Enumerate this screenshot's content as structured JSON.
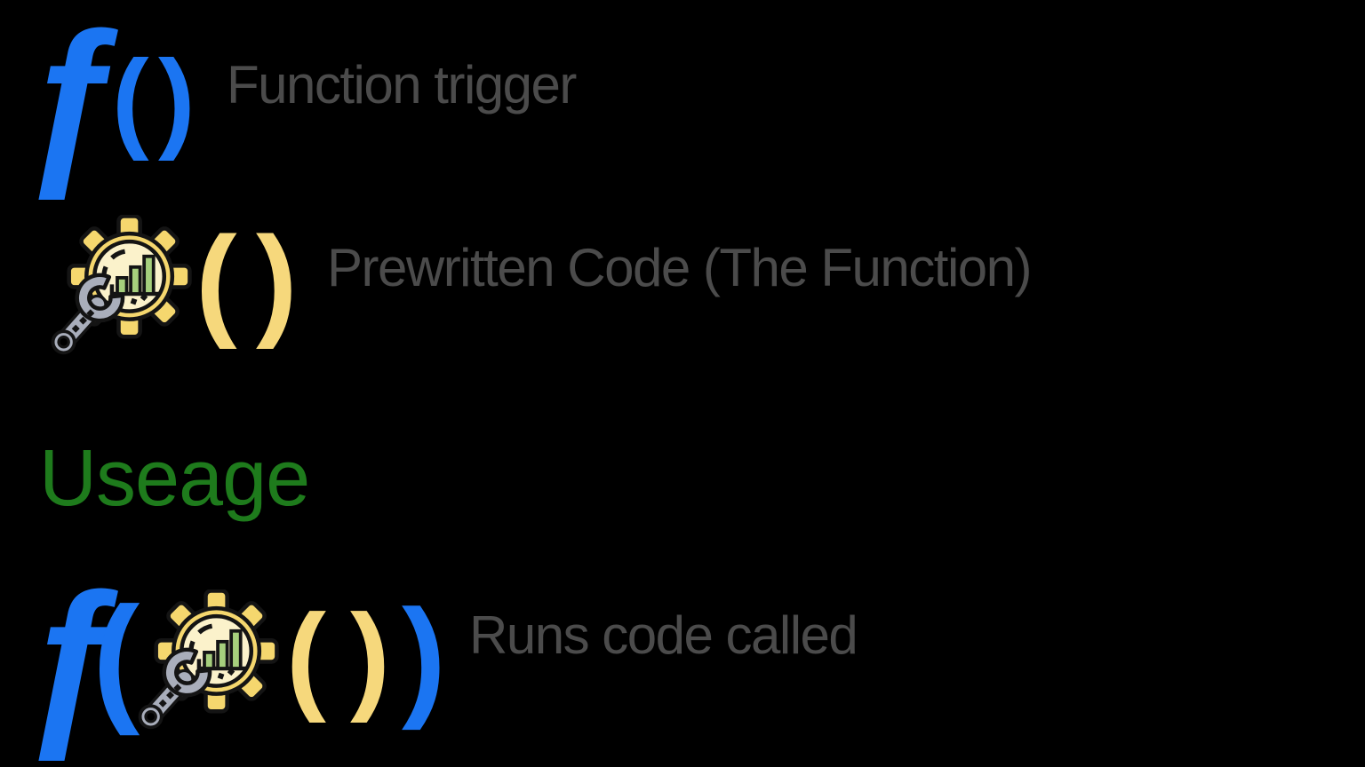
{
  "colors": {
    "background": "#000000",
    "function_blue": "#1b75f2",
    "paren_yellow": "#f6d87c",
    "heading_green": "#1e7b1c",
    "label_gray": "#4b4b4b",
    "gear_gold": "#f5d76e",
    "gear_face": "#fbf2cb",
    "chart_green": "#a6cf7d",
    "wrench_gray": "#a9aebb",
    "outline_black": "#141414"
  },
  "rows": {
    "function_trigger": {
      "symbol": "ƒ",
      "open_paren": "(",
      "close_paren": ")",
      "label": "Function trigger"
    },
    "prewritten_code": {
      "icon": "gear-wrench-chart-icon",
      "open_paren": "(",
      "close_paren": ")",
      "label": "Prewritten Code (The Function)"
    },
    "usage_heading": {
      "text": "Useage"
    },
    "usage_example": {
      "symbol": "ƒ",
      "outer_open_paren": "(",
      "icon": "gear-wrench-chart-icon",
      "inner_open_paren": "(",
      "inner_close_paren": ")",
      "outer_close_paren": ")",
      "label": "Runs code called"
    }
  }
}
